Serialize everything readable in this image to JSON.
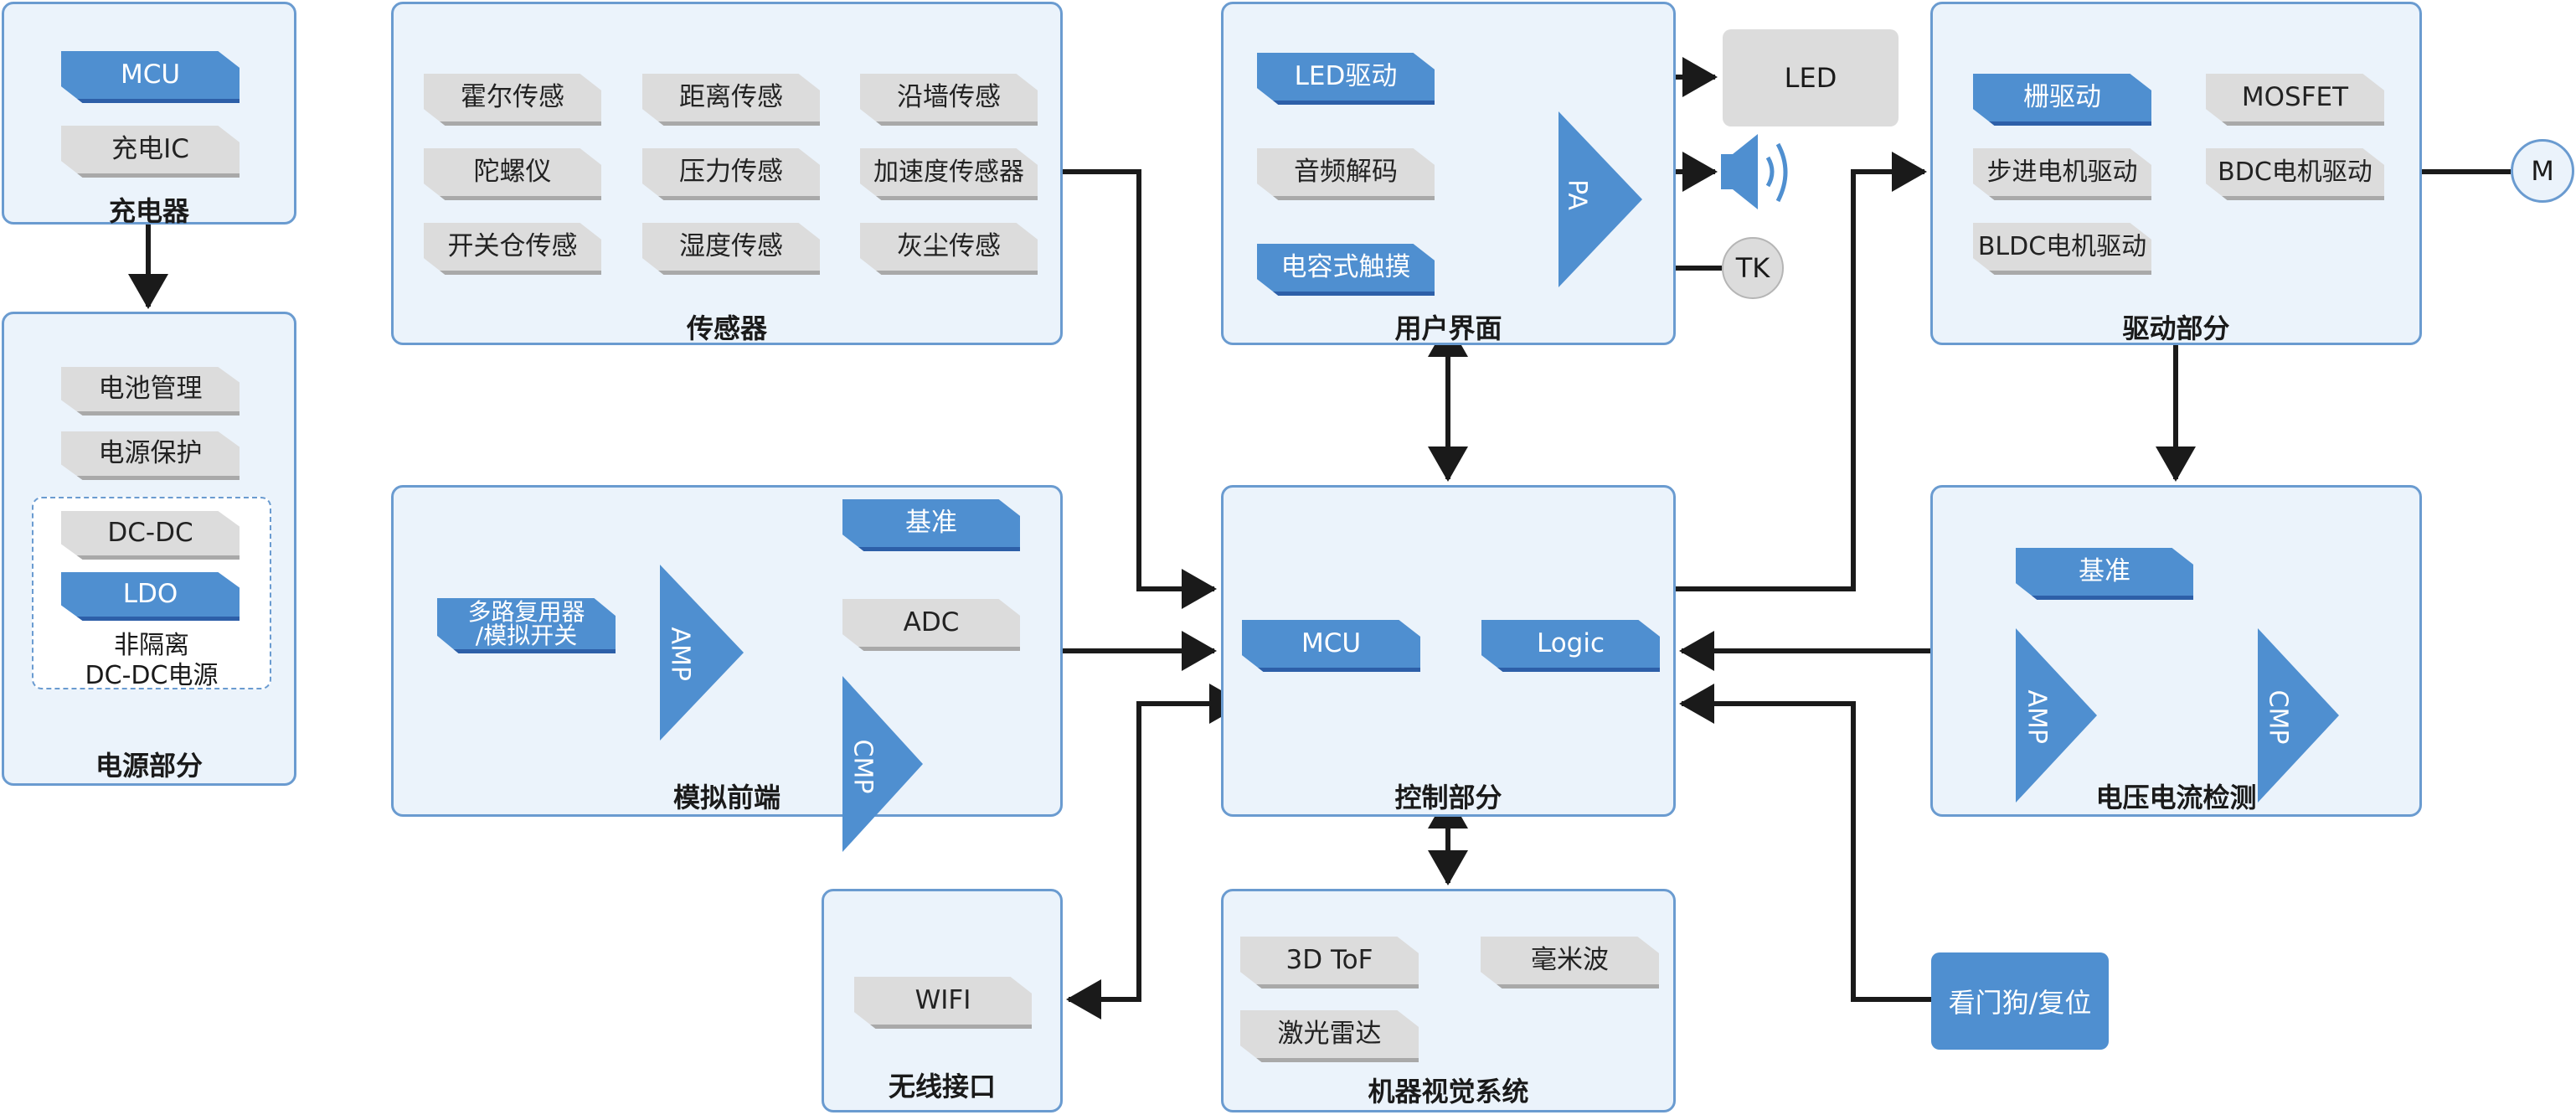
{
  "colors": {
    "accent_blue": "#4f8fd0",
    "dark_blue": "#2d5fa8",
    "chip_gray": "#dcdcdc",
    "group_bg": "#ebf3fb",
    "group_border": "#6a9bd0",
    "wire": "#1a1a1a"
  },
  "charger": {
    "title": "充电器",
    "items": [
      "MCU",
      "充电IC"
    ]
  },
  "power": {
    "title": "电源部分",
    "items": [
      "电池管理",
      "电源保护",
      "DC-DC",
      "LDO"
    ],
    "subgroup_label_line1": "非隔离",
    "subgroup_label_line2": "DC-DC电源"
  },
  "sensors": {
    "title": "传感器",
    "items": [
      "霍尔传感",
      "距离传感",
      "沿墙传感",
      "陀螺仪",
      "压力传感",
      "加速度传感器",
      "开关仓传感",
      "湿度传感",
      "灰尘传感"
    ]
  },
  "ui": {
    "title": "用户界面",
    "led_driver": "LED驱动",
    "audio_decoder": "音频解码",
    "touch": "电容式触摸",
    "pa": "PA",
    "led": "LED",
    "tk": "TK"
  },
  "drive": {
    "title": "驱动部分",
    "items": [
      "栅驱动",
      "MOSFET",
      "步进电机驱动",
      "BDC电机驱动",
      "BLDC电机驱动"
    ],
    "motor": "M"
  },
  "afe": {
    "title": "模拟前端",
    "mux": "多路复用器\n/模拟开关",
    "mux_line1": "多路复用器",
    "mux_line2": "/模拟开关",
    "amp": "AMP",
    "ref": "基准",
    "adc": "ADC",
    "cmp": "CMP"
  },
  "control": {
    "title": "控制部分",
    "mcu": "MCU",
    "logic": "Logic"
  },
  "vi_detect": {
    "title": "电压电流检测",
    "ref": "基准",
    "amp": "AMP",
    "cmp": "CMP"
  },
  "wireless": {
    "title": "无线接口",
    "wifi": "WIFI"
  },
  "vision": {
    "title": "机器视觉系统",
    "items": [
      "3D ToF",
      "毫米波",
      "激光雷达"
    ]
  },
  "watchdog": {
    "label": "看门狗/复位"
  }
}
